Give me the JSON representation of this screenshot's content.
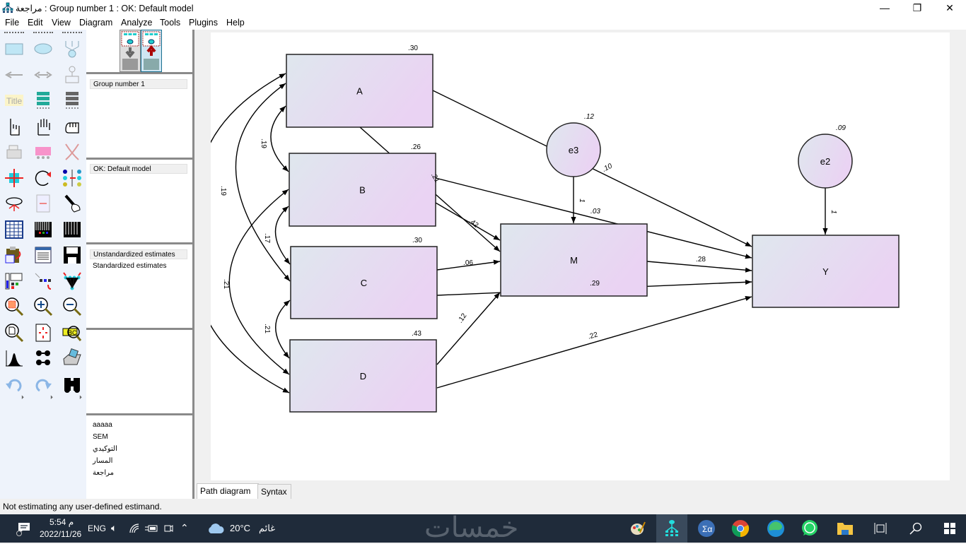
{
  "window": {
    "title": "مراجعة : Group number 1 : OK: Default model",
    "minimize": "—",
    "restore": "❐",
    "close": "✕"
  },
  "menu": [
    "File",
    "Edit",
    "View",
    "Diagram",
    "Analyze",
    "Tools",
    "Plugins",
    "Help"
  ],
  "toolbox": {
    "icons": [
      "draw-observed-variable-icon",
      "draw-unobserved-variable-icon",
      "draw-latent-indicator-icon",
      "draw-path-icon",
      "draw-covariance-icon",
      "add-unique-variable-icon",
      "figure-caption-icon",
      "list-variables-in-model-icon",
      "list-variables-in-dataset-icon",
      "select-one-object-icon",
      "select-all-objects-icon",
      "deselect-all-objects-icon",
      "duplicate-objects-icon",
      "move-objects-icon",
      "erase-objects-icon",
      "change-shape-icon",
      "rotate-indicators-icon",
      "reflect-indicators-icon",
      "move-parameter-values-icon",
      "scroll-diagram-icon",
      "touch-up-variable-icon",
      "select-data-files-icon",
      "analysis-properties-icon",
      "calculate-estimates-icon",
      "copy-to-clipboard-icon",
      "view-text-output-icon",
      "save-diagram-icon",
      "object-properties-icon",
      "drag-properties-icon",
      "preserve-symmetries-icon",
      "zoom-in-area-icon",
      "zoom-in-icon",
      "zoom-out-icon",
      "show-whole-page-icon",
      "resize-diagram-to-fit-icon",
      "magnifier-icon",
      "bayesian-estimation-icon",
      "multiple-group-analysis-icon",
      "print-diagram-icon",
      "undo-icon",
      "redo-icon",
      "specification-search-icon"
    ]
  },
  "panel": {
    "groups": [
      "Group number 1"
    ],
    "models": [
      "OK: Default model"
    ],
    "estimates": [
      "Unstandardized estimates",
      "Standardized estimates"
    ],
    "files": [
      "aaaaa",
      "SEM",
      "التوكيدي",
      "المسار",
      "مراجعة"
    ]
  },
  "tabs": [
    "Path diagram",
    "Syntax"
  ],
  "status": "Not estimating any user-defined estimand.",
  "diagram": {
    "observed": [
      {
        "id": "A",
        "label": "A",
        "r2": ".30"
      },
      {
        "id": "B",
        "label": "B",
        "r2": ".26"
      },
      {
        "id": "C",
        "label": "C",
        "r2": ".30"
      },
      {
        "id": "D",
        "label": "D",
        "r2": ".43"
      },
      {
        "id": "M",
        "label": "M",
        "r2": ""
      },
      {
        "id": "Y",
        "label": "Y",
        "r2": ""
      }
    ],
    "errors": [
      {
        "id": "e3",
        "label": "e3",
        "variance": ".12"
      },
      {
        "id": "e2",
        "label": "e2",
        "variance": ".09"
      }
    ],
    "paths": [
      {
        "from": "A",
        "to": "Y",
        "label": ".10"
      },
      {
        "from": "A",
        "to": "M",
        "label": ".42"
      },
      {
        "from": "B",
        "to": "Y",
        "label": ".03"
      },
      {
        "from": "B",
        "to": "M",
        "label": ".21"
      },
      {
        "from": "C",
        "to": "M",
        "label": ".06"
      },
      {
        "from": "C",
        "to": "Y",
        "label": ".29"
      },
      {
        "from": "D",
        "to": "M",
        "label": ".12"
      },
      {
        "from": "D",
        "to": "Y",
        "label": ".22"
      },
      {
        "from": "M",
        "to": "Y",
        "label": ".28"
      },
      {
        "from": "e3",
        "to": "M",
        "label": "1"
      },
      {
        "from": "e2",
        "to": "Y",
        "label": "1"
      }
    ],
    "covariances": [
      {
        "between": "A-B",
        "label": ".19"
      },
      {
        "between": "A-C",
        "label": ".19"
      },
      {
        "between": "B-C",
        "label": ".17"
      },
      {
        "between": "B-D",
        "label": ".21"
      },
      {
        "between": "C-D",
        "label": ".21"
      },
      {
        "between": "A-D",
        "label": ""
      }
    ]
  },
  "taskbar": {
    "time": "5:54 م",
    "date": "2022/11/26",
    "lang": "ENG",
    "weather_temp": "20°C",
    "weather_desc": "غائم",
    "watermark": "خمسات",
    "apps": [
      "paint-icon",
      "amos-graphics-icon",
      "spss-icon",
      "chrome-icon",
      "edge-icon",
      "whatsapp-icon",
      "file-explorer-icon",
      "task-view-icon",
      "search-icon",
      "start-icon"
    ]
  },
  "colors": {
    "box_left": "#dfe7ee",
    "box_right": "#ead3f3",
    "taskbar": "#1f2b3a"
  }
}
